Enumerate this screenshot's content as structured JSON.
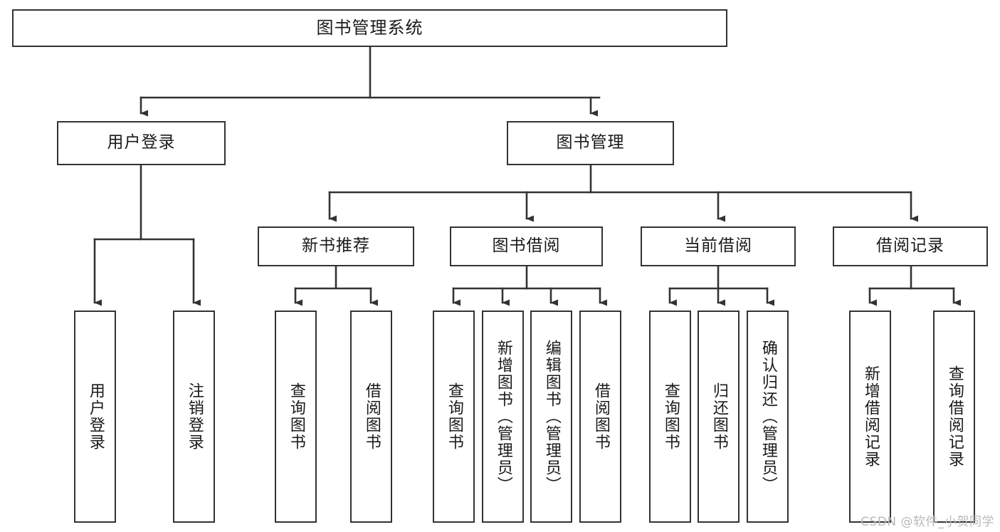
{
  "diagram": {
    "type": "tree",
    "title": "图书管理系统",
    "watermark": "CSDN @软件_小贺同学",
    "colors": {
      "box_border": "#333333",
      "box_fill": "#ffffff",
      "edge": "#333333",
      "text": "#1a1a1a",
      "watermark": "#b9b9b9"
    },
    "nodes": {
      "root": {
        "label": "图书管理系统"
      },
      "level1": [
        {
          "id": "user-login",
          "label": "用户登录"
        },
        {
          "id": "book-manage",
          "label": "图书管理"
        }
      ],
      "level2": [
        {
          "id": "new-book-recommend",
          "label": "新书推荐"
        },
        {
          "id": "book-borrow",
          "label": "图书借阅"
        },
        {
          "id": "current-borrow",
          "label": "当前借阅"
        },
        {
          "id": "borrow-record",
          "label": "借阅记录"
        }
      ],
      "leaves": {
        "user-login": [
          {
            "id": "leaf-user-login",
            "label": "用户登录"
          },
          {
            "id": "leaf-user-logout",
            "label": "注销登录"
          }
        ],
        "new-book-recommend": [
          {
            "id": "leaf-query-book-1",
            "label": "查询图书"
          },
          {
            "id": "leaf-borrow-book-1",
            "label": "借阅图书"
          }
        ],
        "book-borrow": [
          {
            "id": "leaf-query-book-2",
            "label": "查询图书"
          },
          {
            "id": "leaf-add-book",
            "label": "新增图书（管理员）"
          },
          {
            "id": "leaf-edit-book",
            "label": "编辑图书（管理员）"
          },
          {
            "id": "leaf-borrow-book-2",
            "label": "借阅图书"
          }
        ],
        "current-borrow": [
          {
            "id": "leaf-query-book-3",
            "label": "查询图书"
          },
          {
            "id": "leaf-return-book",
            "label": "归还图书"
          },
          {
            "id": "leaf-confirm-return",
            "label": "确认归还（管理员）"
          }
        ],
        "borrow-record": [
          {
            "id": "leaf-add-record",
            "label": "新增借阅记录"
          },
          {
            "id": "leaf-query-record",
            "label": "查询借阅记录"
          }
        ]
      }
    }
  }
}
